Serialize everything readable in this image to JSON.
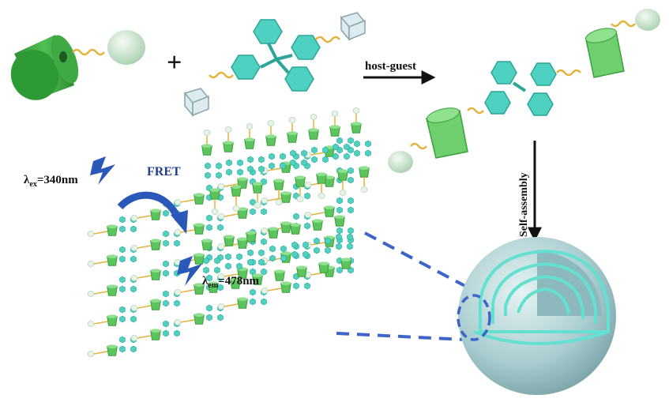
{
  "operators": {
    "plus": "+"
  },
  "labels": {
    "host_guest": "host-guest",
    "self_assembly": "Self-assembly",
    "fret": "FRET",
    "lambda": "λ",
    "ex_sub": "ex",
    "ex_value": "=340nm",
    "em_sub": "em",
    "em_value": "=478nm"
  },
  "colors": {
    "cyclodextrin_green": "#3fb34a",
    "cyclodextrin_light": "#7ed87f",
    "ball": "#d6ecd9",
    "tetraphenylethylene": "#4fd1c2",
    "linker": "#e3b23c",
    "arrow": "#111111",
    "fret_arrow": "#2a58b8",
    "dashed_zoom": "#3d64c8",
    "vesicle": "#b6d5d8",
    "vesicle_layers": "#63e0cf"
  }
}
